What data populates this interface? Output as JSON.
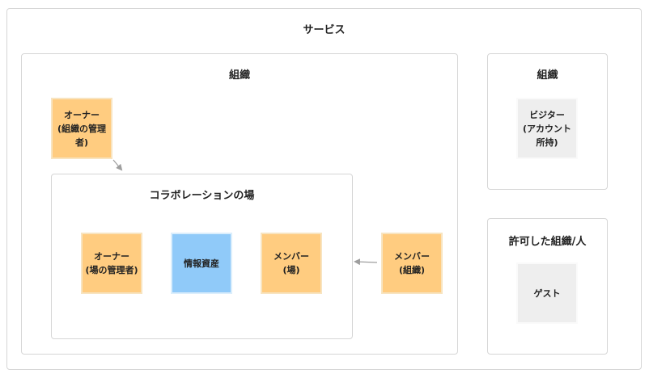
{
  "service": {
    "title": "サービス"
  },
  "organization": {
    "title": "組織",
    "owner": "オーナー\n(組織の管理\n者)",
    "member": "メンバー\n(組織)"
  },
  "collaboration": {
    "title": "コラボレーションの場",
    "owner": "オーナー\n(場の管理者)",
    "info_asset": "情報資産",
    "member": "メンバー\n(場)"
  },
  "other_org": {
    "title": "組織",
    "visitor": "ビジター\n(アカウント\n所持)"
  },
  "permitted": {
    "title": "許可した組織/人",
    "guest": "ゲスト"
  },
  "colors": {
    "orange": "#ffcc80",
    "blue": "#90caf9",
    "gray": "#eeeeee",
    "arrow": "#9e9e9e"
  }
}
